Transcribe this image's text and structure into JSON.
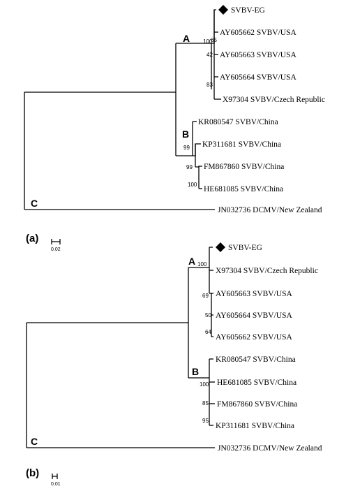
{
  "figure": {
    "panels": [
      {
        "label": "(a)",
        "scale_label": "0.02",
        "clades": {
          "A": "A",
          "B": "B",
          "C": "C"
        },
        "leaves": [
          "SVBV-EG",
          "AY605662 SVBV/USA",
          "AY605663 SVBV/USA",
          "AY605664 SVBV/USA",
          "X97304 SVBV/Czech Republic",
          "KR080547 SVBV/China",
          "KP311681 SVBV/China",
          "FM867860 SVBV/China",
          "HE681085 SVBV/China",
          "JN032736 DCMV/New Zealand"
        ],
        "bootstrap": [
          "100",
          "65",
          "42",
          "83",
          "99",
          "99",
          "100"
        ],
        "marker_icon": "filled-diamond-icon"
      },
      {
        "label": "(b)",
        "scale_label": "0.01",
        "clades": {
          "A": "A",
          "B": "B",
          "C": "C"
        },
        "leaves": [
          "SVBV-EG",
          "X97304 SVBV/Czech Republic",
          "AY605663 SVBV/USA",
          "AY605664 SVBV/USA",
          "AY605662 SVBV/USA",
          "KR080547 SVBV/China",
          "HE681085 SVBV/China",
          "FM867860 SVBV/China",
          "KP311681 SVBV/China",
          "JN032736 DCMV/New Zealand"
        ],
        "bootstrap": [
          "100",
          "69",
          "50",
          "64",
          "100",
          "85",
          "95"
        ],
        "marker_icon": "filled-diamond-icon"
      }
    ]
  }
}
